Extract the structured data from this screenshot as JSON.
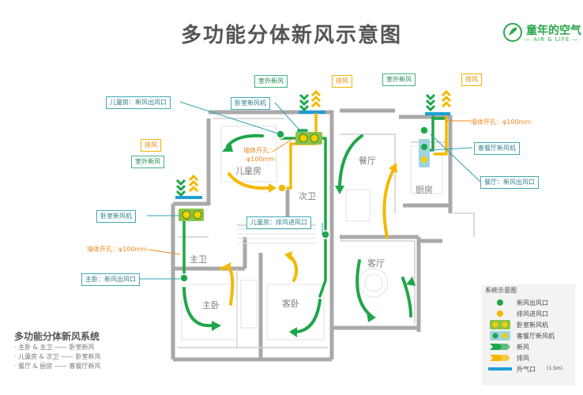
{
  "title": "多功能分体新风示意图",
  "brand": {
    "name": "童年的空气",
    "slogan": "— AIR & LIFE —"
  },
  "tags": {
    "outdoor_fresh": "室外新风",
    "exhaust": "排风",
    "kids_outlet": "儿童房：新风出风口",
    "bedroom_unit": "卧室新风机",
    "wall_hole_note": "墙体开孔：φ100mm",
    "wall_hole_note_break": "墙体开孔：\nφ100mm",
    "kids_exhaust_inlet": "儿童房：排风进风口",
    "master_outlet": "主卧：新风出风口",
    "living_unit": "客餐厅新风机",
    "dining_outlet": "餐厅：新风出风口"
  },
  "rooms": {
    "kids": "儿童房",
    "second_bath": "次卫",
    "dining": "餐厅",
    "kitchen": "厨房",
    "master_bath": "主卫",
    "living": "客厅",
    "master": "主卧",
    "guest": "客卧"
  },
  "system": {
    "title": "多功能分体新风系统",
    "rows": [
      "· 主卧 & 主卫   ——   卧室新风",
      "· 儿童房 & 次卫  ——   卧室新风",
      "· 餐厅 & 厨房   ——   客餐厅新风"
    ]
  },
  "legend": {
    "title": "系统示意图",
    "items": [
      {
        "symbol": "green-dot",
        "label": "新风出风口"
      },
      {
        "symbol": "yellow-dot",
        "label": "排风进风口"
      },
      {
        "symbol": "bedroom-unit",
        "label": "卧室新风机"
      },
      {
        "symbol": "living-unit",
        "label": "客餐厅新风机"
      },
      {
        "symbol": "green-arrow",
        "label": "新风"
      },
      {
        "symbol": "yellow-arrow",
        "label": "排风"
      },
      {
        "symbol": "blue-bar",
        "label": "外气口"
      }
    ],
    "outlet_note": "(1.5m)"
  },
  "colors": {
    "fresh": "#1fa64a",
    "exhaust": "#f5b800",
    "outdoor_port": "#1e9fd6",
    "wall": "#b0b0b0",
    "tag_border": "#3fa9b5"
  }
}
